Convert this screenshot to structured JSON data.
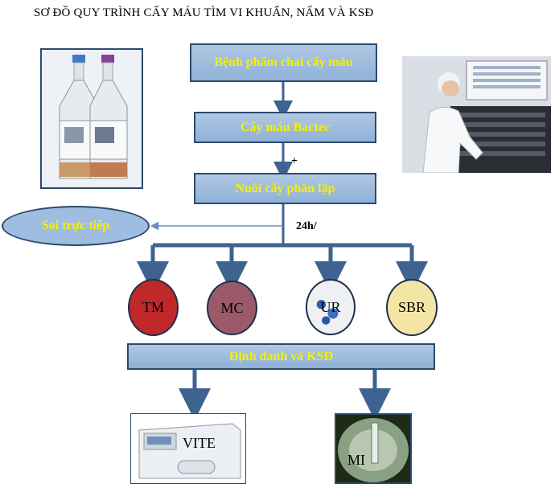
{
  "title": "SƠ ĐỒ QUY TRÌNH CẤY MÁU TÌM VI KHUẨN, NẤM VÀ KSĐ",
  "steps": {
    "specimen": "Bệnh phẩm  chai cấy máu",
    "bactec": "Cấy máu Bactec",
    "subculture": "Nuôi cấy phân lập",
    "direct_smear": "Soi trực tiếp",
    "identify": "Định danh và KSĐ"
  },
  "connector_labels": {
    "positive": "+",
    "time": "24h/"
  },
  "plates": [
    {
      "label": "TM",
      "color": "#c0282a"
    },
    {
      "label": "MC",
      "color": "#9a5a6a"
    },
    {
      "label": "UR",
      "color": "#eef0f4"
    },
    {
      "label": "SBR",
      "color": "#f3e6a4"
    }
  ],
  "instruments": {
    "vitek": "VITE",
    "mic": "MI"
  },
  "colors": {
    "box_fill": "#9fbde0",
    "box_border": "#2c4a6f",
    "box_text": "#f6f000",
    "arrow": "#3e6390"
  }
}
